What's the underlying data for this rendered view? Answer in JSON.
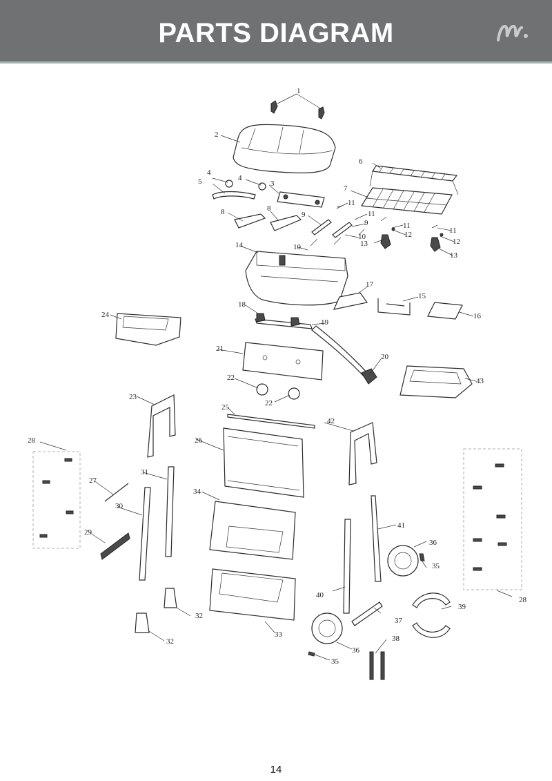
{
  "header": {
    "title": "PARTS DIAGRAM",
    "logo_icon": "brand-m-logo-icon"
  },
  "colors": {
    "header_bg": "#707173",
    "header_rule": "#9fb9b3",
    "header_text": "#ffffff"
  },
  "callouts": [
    "1",
    "2",
    "3",
    "4",
    "4",
    "5",
    "6",
    "7",
    "8",
    "8",
    "9",
    "9",
    "10",
    "10",
    "11",
    "11",
    "11",
    "11",
    "12",
    "12",
    "13",
    "13",
    "14",
    "15",
    "16",
    "17",
    "18",
    "19",
    "20",
    "21",
    "22",
    "22",
    "23",
    "24",
    "25",
    "26",
    "27",
    "28",
    "28",
    "29",
    "30",
    "31",
    "32",
    "32",
    "33",
    "34",
    "35",
    "35",
    "36",
    "36",
    "37",
    "38",
    "39",
    "40",
    "41",
    "42",
    "43"
  ],
  "page_number": "14"
}
